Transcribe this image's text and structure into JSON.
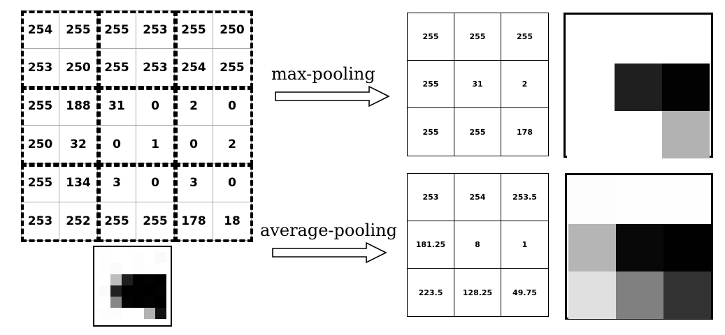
{
  "input_matrix": [
    [
      254,
      255,
      255,
      253,
      255,
      250
    ],
    [
      253,
      250,
      255,
      253,
      254,
      255
    ],
    [
      255,
      188,
      31,
      0,
      2,
      0
    ],
    [
      250,
      32,
      0,
      1,
      0,
      2
    ],
    [
      255,
      134,
      3,
      0,
      3,
      0
    ],
    [
      253,
      252,
      255,
      255,
      178,
      18
    ]
  ],
  "max_pooling": {
    "label": "max-pooling",
    "values": [
      [
        "255",
        "255",
        "255"
      ],
      [
        "255",
        "31",
        "2"
      ],
      [
        "255",
        "255",
        "178"
      ]
    ],
    "gray_levels": [
      [
        255,
        255,
        255
      ],
      [
        255,
        31,
        2
      ],
      [
        255,
        255,
        178
      ]
    ]
  },
  "average_pooling": {
    "label": "average-pooling",
    "values": [
      [
        "253",
        "254",
        "253.5"
      ],
      [
        "181.25",
        "8",
        "1"
      ],
      [
        "223.5",
        "128.25",
        "49.75"
      ]
    ],
    "gray_levels": [
      [
        253,
        254,
        253.5
      ],
      [
        181.25,
        8,
        1
      ],
      [
        223.5,
        128.25,
        49.75
      ]
    ]
  },
  "colors": {
    "border": "#000000",
    "grid_line": "#aaaaaa",
    "arrow": "#000000"
  }
}
